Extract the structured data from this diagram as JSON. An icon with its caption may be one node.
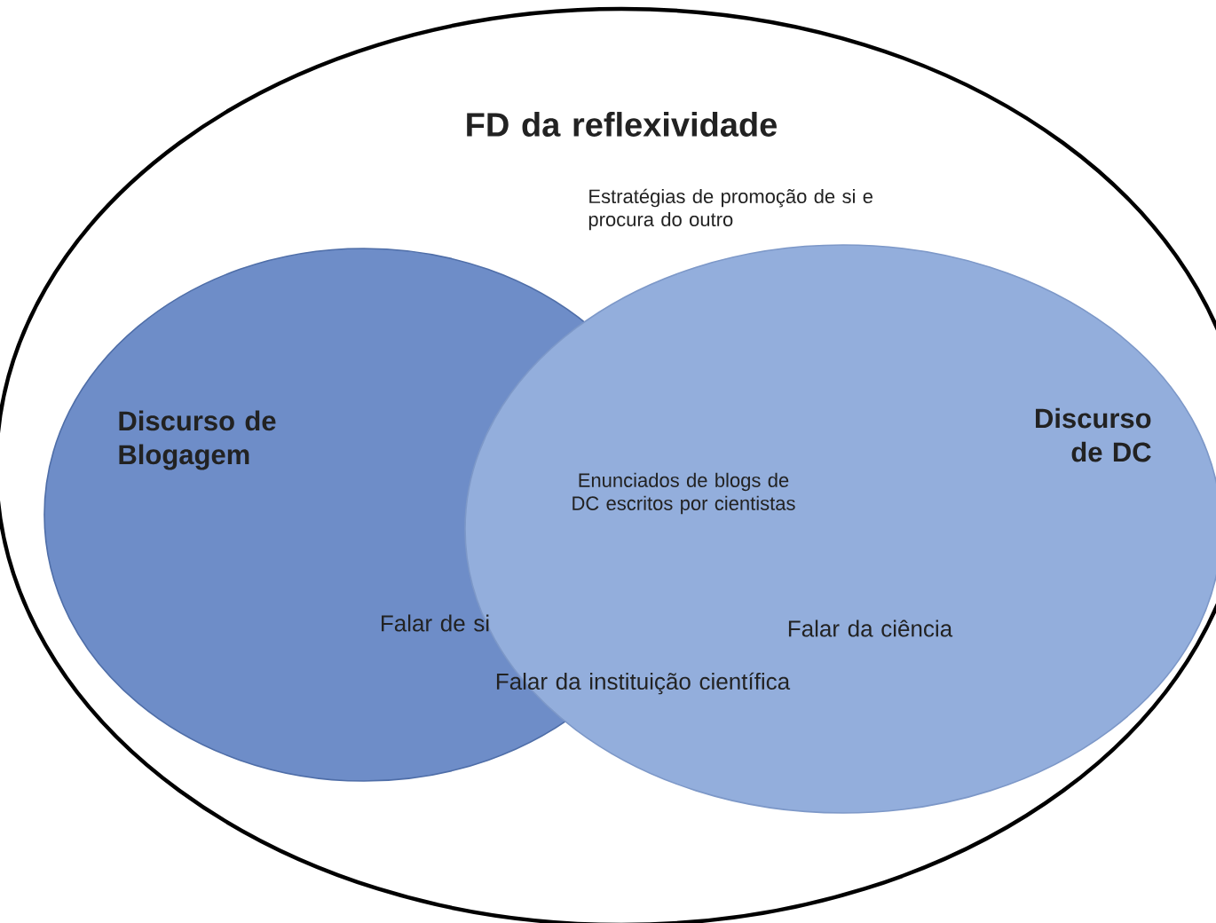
{
  "diagram": {
    "nodes": [
      {
        "text": [
          "FD da reflexividade",
          "Estratégias de promoção de si e procura do outro"
        ]
      },
      {
        "text": [
          "Discurso de Blogagem"
        ],
        "in": 0
      },
      {
        "text": [
          "Discurso de DC"
        ],
        "in": 0
      }
    ],
    "labels": [
      "Enunciados de blogs de DC escritos por cientistas",
      "Falar de si",
      "Falar da ciência",
      "Falar da instituição científica"
    ]
  }
}
